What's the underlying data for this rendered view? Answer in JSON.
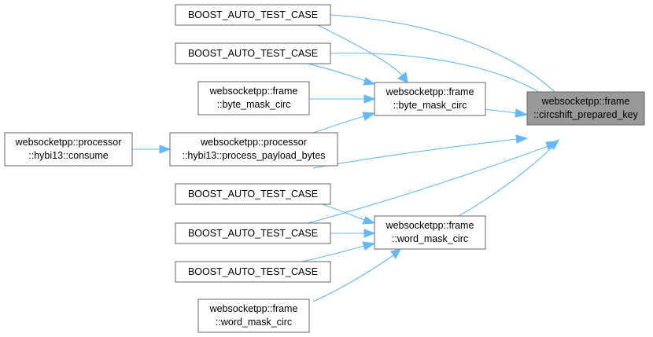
{
  "graph": {
    "colors": {
      "edge": "#63b8ff",
      "node_border": "#666666",
      "node_fill": "#ffffff",
      "focus_fill": "#999999"
    },
    "nodes": {
      "target": {
        "lines": [
          "websocketpp::frame",
          "::circshift_prepared_key"
        ]
      },
      "byte_mask_circ": {
        "lines": [
          "websocketpp::frame",
          "::byte_mask_circ"
        ]
      },
      "word_mask_circ": {
        "lines": [
          "websocketpp::frame",
          "::word_mask_circ"
        ]
      },
      "test1": {
        "lines": [
          "BOOST_AUTO_TEST_CASE"
        ]
      },
      "test2": {
        "lines": [
          "BOOST_AUTO_TEST_CASE"
        ]
      },
      "byte_mask_circ_overload": {
        "lines": [
          "websocketpp::frame",
          "::byte_mask_circ"
        ]
      },
      "process_payload_bytes": {
        "lines": [
          "websocketpp::processor",
          "::hybi13::process_payload_bytes"
        ]
      },
      "consume": {
        "lines": [
          "websocketpp::processor",
          "::hybi13::consume"
        ]
      },
      "test3": {
        "lines": [
          "BOOST_AUTO_TEST_CASE"
        ]
      },
      "test4": {
        "lines": [
          "BOOST_AUTO_TEST_CASE"
        ]
      },
      "test5": {
        "lines": [
          "BOOST_AUTO_TEST_CASE"
        ]
      },
      "word_mask_circ_overload": {
        "lines": [
          "websocketpp::frame",
          "::word_mask_circ"
        ]
      }
    }
  }
}
